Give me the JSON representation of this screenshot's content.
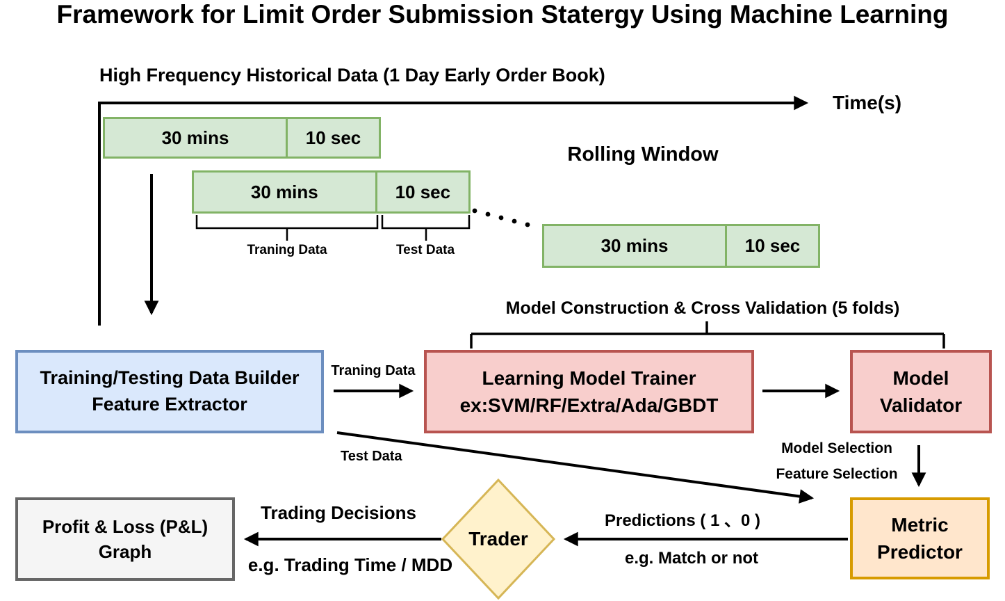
{
  "title": "Framework for Limit Order Submission Statergy Using Machine Learning",
  "timeline": {
    "label": "High Frequency Historical Data (1 Day Early Order Book)",
    "axis_label": "Time(s)"
  },
  "rolling_window": {
    "label": "Rolling Window",
    "windows": [
      {
        "train": "30 mins",
        "test": "10 sec"
      },
      {
        "train": "30 mins",
        "test": "10 sec"
      },
      {
        "train": "30 mins",
        "test": "10 sec"
      }
    ],
    "train_brace_label": "Traning Data",
    "test_brace_label": "Test Data"
  },
  "model_construction_label": "Model Construction & Cross Validation (5 folds)",
  "nodes": {
    "data_builder": {
      "line1": "Training/Testing Data Builder",
      "line2": "Feature Extractor"
    },
    "model_trainer": {
      "line1": "Learning Model Trainer",
      "line2": "ex:SVM/RF/Extra/Ada/GBDT"
    },
    "model_validator": {
      "line1": "Model",
      "line2": "Validator"
    },
    "metric_predictor": {
      "line1": "Metric",
      "line2": "Predictor"
    },
    "trader": {
      "label": "Trader"
    },
    "pnl": {
      "line1": "Profit & Loss (P&L)",
      "line2": "Graph"
    }
  },
  "edges": {
    "traning_data": "Traning Data",
    "test_data": "Test Data",
    "model_selection": "Model Selection",
    "feature_selection": "Feature Selection",
    "predictions": "Predictions ( 1 、0 )",
    "match_or_not": "e.g. Match or not",
    "trading_decisions": "Trading Decisions",
    "trading_time_mdd": "e.g. Trading Time / MDD"
  },
  "colors": {
    "window_fill": "#D5E8D4",
    "window_border": "#82B366",
    "builder_fill": "#DAE8FC",
    "builder_border": "#6C8EBF",
    "trainer_fill": "#F8CECC",
    "trainer_border": "#B85450",
    "predictor_fill": "#FFE6CC",
    "predictor_border": "#D79B00",
    "trader_fill": "#FFF2CC",
    "trader_border": "#D6B656",
    "pnl_fill": "#F5F5F5",
    "pnl_border": "#666666",
    "line": "#000000"
  }
}
